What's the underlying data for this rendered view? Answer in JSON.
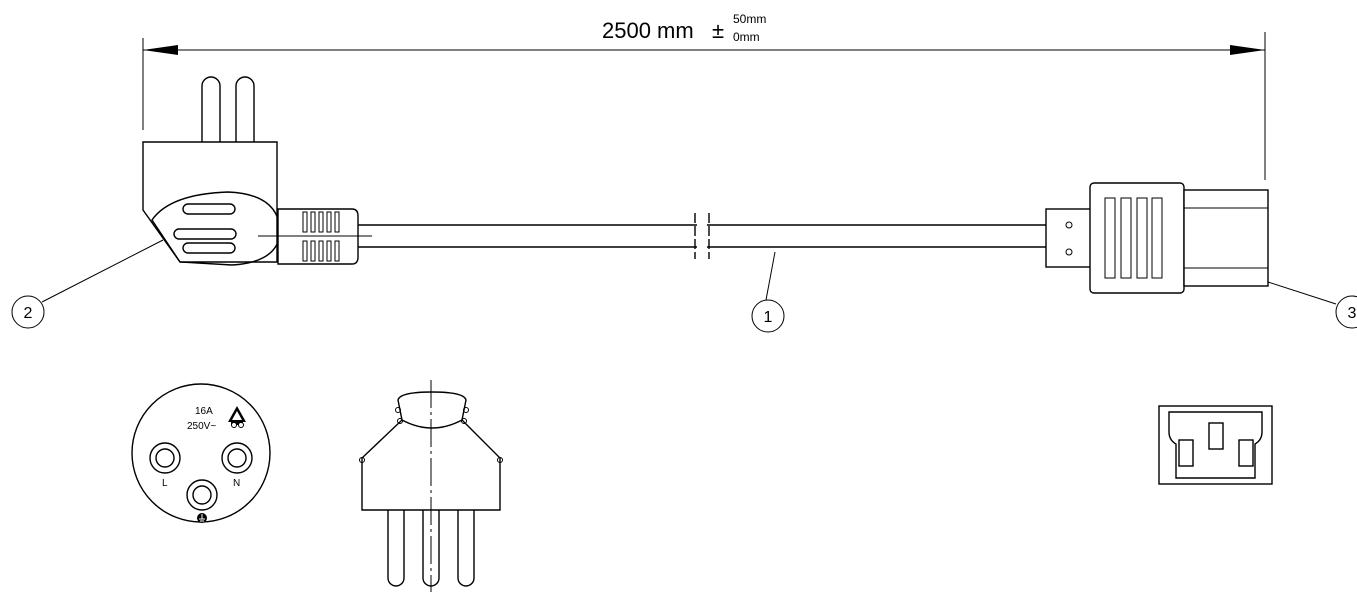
{
  "dimension": {
    "value": "2500 mm",
    "symbol": "±",
    "tolerance_upper": "50mm",
    "tolerance_lower": "0mm"
  },
  "callouts": [
    "1",
    "2",
    "3"
  ],
  "plug_face": {
    "rating_current": "16A",
    "rating_voltage": "250V~",
    "pin_left": "L",
    "pin_right": "N"
  },
  "icons": [
    "certification-mark-icon",
    "earth-ground-icon"
  ],
  "colors": {
    "line": "#000000",
    "background": "#ffffff"
  }
}
